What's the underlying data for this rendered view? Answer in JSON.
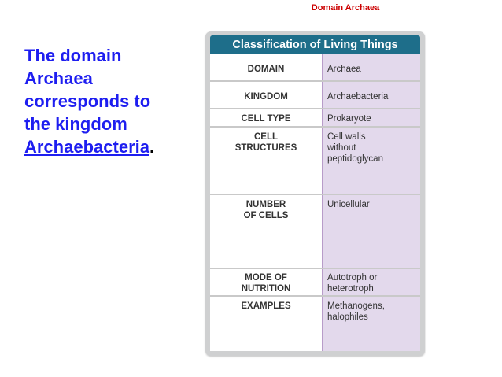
{
  "header": {
    "title": "Domain Archaea"
  },
  "statement": {
    "line1": "The domain",
    "line2": "Archaea",
    "line3": "corresponds to",
    "line4": "the kingdom",
    "kingdom_term": "Archaebacteria",
    "end_punct": "."
  },
  "table": {
    "title": "Classification of Living Things",
    "rows": [
      {
        "label": "DOMAIN",
        "value": "Archaea"
      },
      {
        "label": "KINGDOM",
        "value": "Archaebacteria"
      },
      {
        "label": "CELL TYPE",
        "value": "Prokaryote"
      },
      {
        "label_line1": "CELL",
        "label_line2": "STRUCTURES",
        "value_line1": "Cell walls",
        "value_line2": "without",
        "value_line3": "peptidoglycan"
      },
      {
        "label_line1": "NUMBER",
        "label_line2": "OF CELLS",
        "value": "Unicellular"
      },
      {
        "label_line1": "MODE OF",
        "label_line2": "NUTRITION",
        "value_line1": "Autotroph or",
        "value_line2": "heterotroph"
      },
      {
        "label": "EXAMPLES",
        "value_line1": "Methanogens,",
        "value_line2": "halophiles"
      }
    ]
  },
  "colors": {
    "header_text": "#cc0000",
    "statement_text": "#1e1ef0",
    "title_bar": "#1e6e8a",
    "value_column": "#e3d9ec"
  }
}
